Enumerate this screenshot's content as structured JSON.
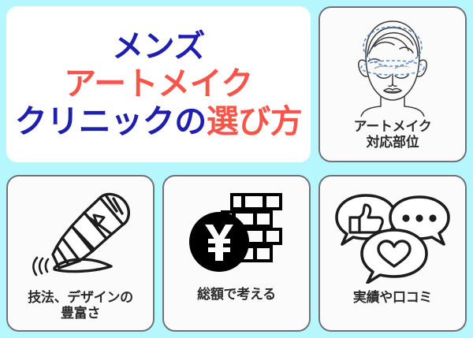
{
  "background_color": "#b5f7fd",
  "title_card": {
    "lines": [
      {
        "segments": [
          {
            "text": "メンズ",
            "color": "#1f1fae"
          }
        ]
      },
      {
        "segments": [
          {
            "text": "アートメイク",
            "color": "#f7554a"
          }
        ]
      },
      {
        "segments": [
          {
            "text": "クリニックの",
            "color": "#1f1fae"
          },
          {
            "text": "選び方",
            "color": "#f7554a"
          }
        ]
      }
    ],
    "navy": "#1f1fae",
    "red": "#f7554a"
  },
  "cards": [
    {
      "id": "face",
      "icon": "face-artmake-areas-icon",
      "label_line1": "アートメイク",
      "label_line2": "対応部位",
      "accent_color": "#5b8fd0"
    },
    {
      "id": "technique",
      "icon": "microblading-pen-icon",
      "label_line1": "技法、デザインの",
      "label_line2": "豊富さ",
      "accent_color": "#1d1d1d"
    },
    {
      "id": "price",
      "icon": "yen-coin-money-stack-icon",
      "label_line1": "総額で考える",
      "label_line2": "",
      "accent_color": "#000000"
    },
    {
      "id": "review",
      "icon": "speech-bubbles-thumbsup-heart-icon",
      "label_line1": "実績や口コミ",
      "label_line2": "",
      "accent_color": "#1d1d1d"
    }
  ]
}
